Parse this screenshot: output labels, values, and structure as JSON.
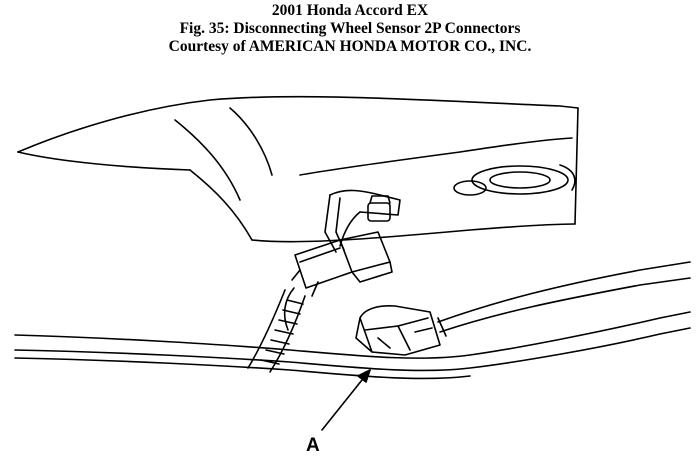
{
  "caption": {
    "line1": "2001 Honda Accord EX",
    "line2": "Fig. 35: Disconnecting Wheel Sensor 2P Connectors",
    "line3": "Courtesy of AMERICAN HONDA MOTOR CO., INC."
  },
  "callout": {
    "label": "A"
  }
}
